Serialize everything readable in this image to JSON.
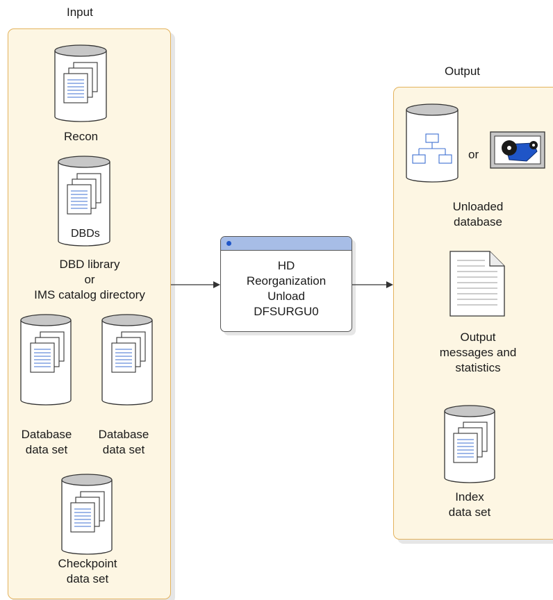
{
  "diagram": {
    "input_title": "Input",
    "output_title": "Output",
    "inputs": {
      "recon": "Recon",
      "dbd_cyl_label": "DBDs",
      "dbd_library": [
        "DBD library",
        "or",
        "IMS catalog directory"
      ],
      "database_data_set_1": [
        "Database",
        "data set"
      ],
      "database_data_set_2": [
        "Database",
        "data set"
      ],
      "checkpoint": [
        "Checkpoint",
        "data set"
      ]
    },
    "process": {
      "lines": [
        "HD",
        "Reorganization",
        "Unload",
        "DFSURGU0"
      ]
    },
    "outputs": {
      "or_label": "or",
      "unloaded_database": [
        "Unloaded",
        "database"
      ],
      "messages": [
        "Output",
        "messages and",
        "statistics"
      ],
      "index": [
        "Index",
        "data set"
      ]
    }
  }
}
